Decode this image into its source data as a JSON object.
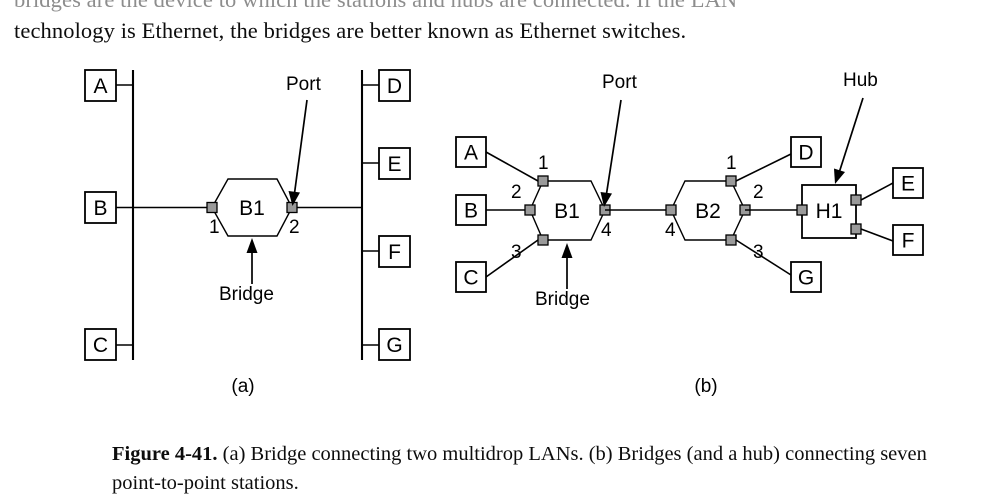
{
  "page": {
    "clipped_top_line": "bridges are the device to which the stations and hubs are connected. If the LAN",
    "intro_line": "technology is Ethernet, the bridges are better known as Ethernet switches."
  },
  "figure": {
    "caption_bold": "Figure 4-41.",
    "caption_text": " (a) Bridge connecting two multidrop LANs.  (b) Bridges (and a hub) connecting seven point-to-point stations.",
    "subfigure_a_label": "(a)",
    "subfigure_b_label": "(b)",
    "colors": {
      "stroke": "#000000",
      "port_fill": "#9a9a9a",
      "background": "#ffffff"
    }
  },
  "diagram_a": {
    "title": "Bridge connecting two multidrop LANs",
    "left_bus_stations": [
      "A",
      "B",
      "C"
    ],
    "right_bus_stations": [
      "D",
      "E",
      "F",
      "G"
    ],
    "bridge_label": "B1",
    "ports": [
      "1",
      "2"
    ],
    "annotations": [
      {
        "label": "Port",
        "points_to": "port-2"
      },
      {
        "label": "Bridge",
        "points_to": "bridge-b1"
      }
    ]
  },
  "diagram_b": {
    "title": "Bridges (and a hub) connecting seven point-to-point stations",
    "bridge1_label": "B1",
    "bridge1_ports": [
      "1",
      "2",
      "3",
      "4"
    ],
    "bridge1_stations": [
      "A",
      "B",
      "C"
    ],
    "bridge2_label": "B2",
    "bridge2_ports": [
      "4",
      "1",
      "2",
      "3"
    ],
    "bridge2_stations": [
      "D",
      "G"
    ],
    "hub_label": "H1",
    "hub_stations": [
      "E",
      "F"
    ],
    "annotations": [
      {
        "label": "Port",
        "points_to": "b1-port-4"
      },
      {
        "label": "Bridge",
        "points_to": "bridge-b1"
      },
      {
        "label": "Hub",
        "points_to": "hub-h1"
      }
    ]
  }
}
